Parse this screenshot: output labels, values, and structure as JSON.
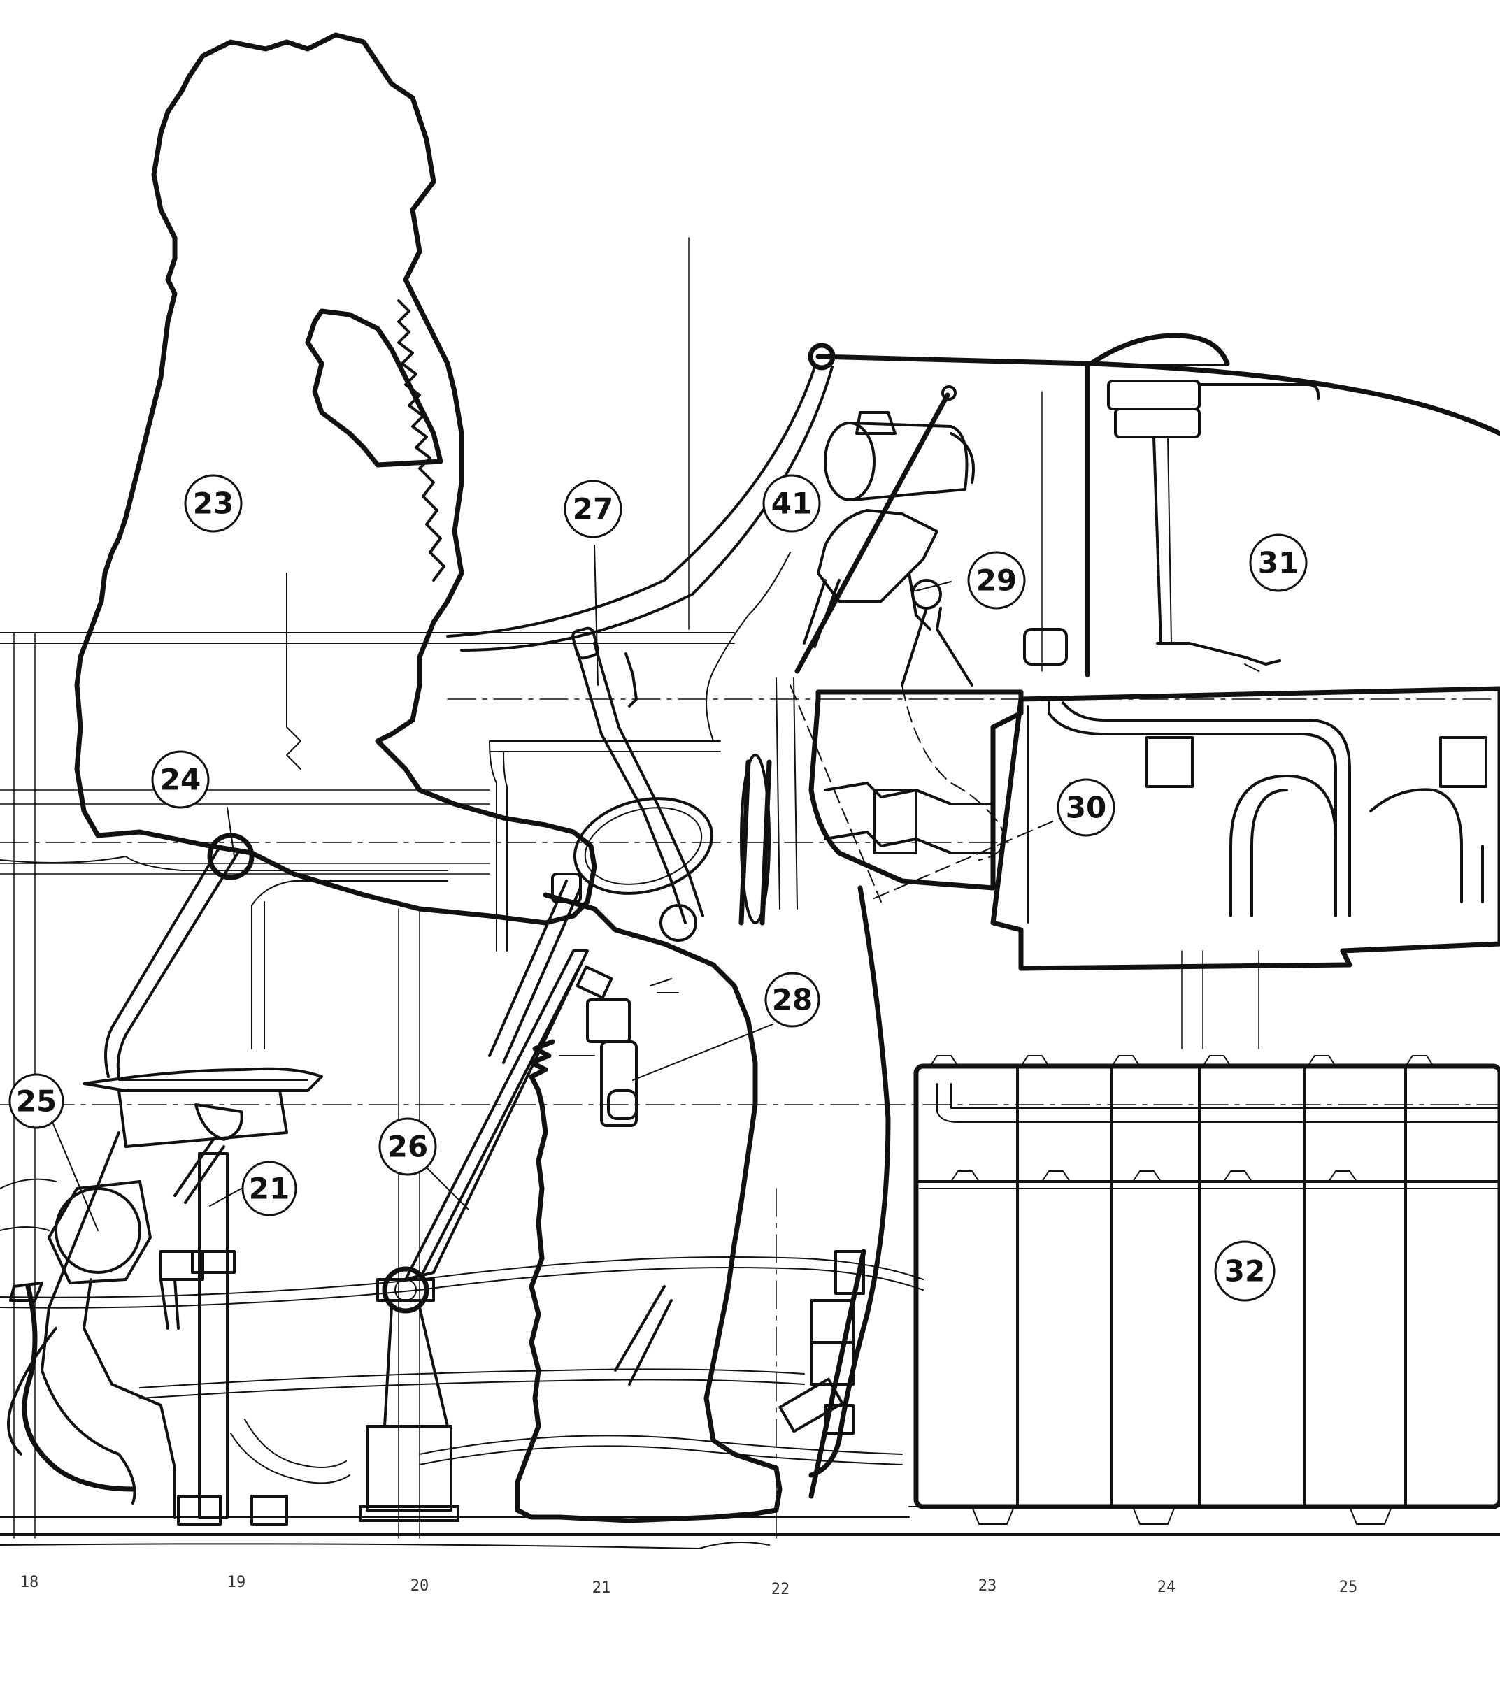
{
  "callouts": [
    {
      "id": "23",
      "label": "23"
    },
    {
      "id": "24",
      "label": "24"
    },
    {
      "id": "25",
      "label": "25"
    },
    {
      "id": "21",
      "label": "21"
    },
    {
      "id": "26",
      "label": "26"
    },
    {
      "id": "27",
      "label": "27"
    },
    {
      "id": "28",
      "label": "28"
    },
    {
      "id": "41",
      "label": "41"
    },
    {
      "id": "29",
      "label": "29"
    },
    {
      "id": "30",
      "label": "30"
    },
    {
      "id": "31",
      "label": "31"
    },
    {
      "id": "32",
      "label": "32"
    }
  ],
  "scale_marks": [
    "18",
    "19",
    "20",
    "21",
    "22",
    "23",
    "24",
    "25"
  ]
}
